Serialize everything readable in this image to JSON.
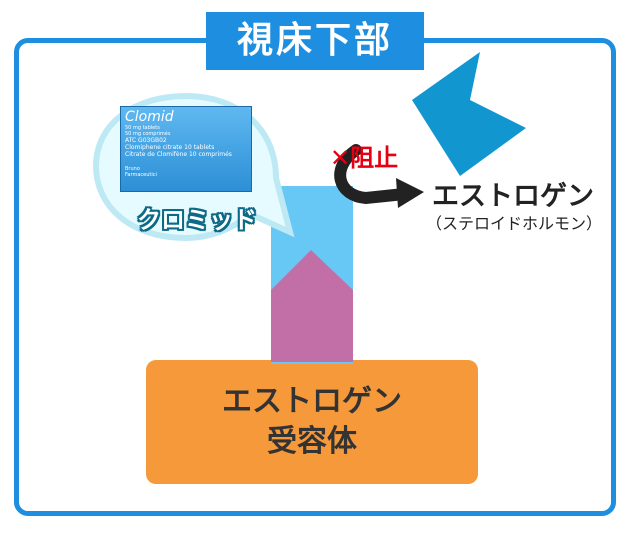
{
  "title": "視床下部",
  "block_label": "阻止",
  "block_mark": "✕",
  "estrogen": {
    "name": "エストロゲン",
    "sub": "（ステロイドホルモン）"
  },
  "receptor": {
    "line1": "エストロゲン",
    "line2": "受容体"
  },
  "drug": {
    "name": "クロミッド",
    "package": {
      "brand": "Clomid",
      "dose1": "50 mg tablets",
      "dose2": "50 mg comprimés",
      "atc": "ATC G03GB02",
      "line1": "Clomiphene citrate 10 tablets",
      "line2": "Citrate de Clomifène 10 comprimés",
      "maker1": "Bruno",
      "maker2": "Farmaceutici"
    }
  },
  "colors": {
    "frame": "#1e8fe0",
    "receptor": "#f5993a",
    "channel": "#68c8f5",
    "ligand": "#c26fa8",
    "estrogen_shape": "#1196d0",
    "block": "#e60012"
  }
}
